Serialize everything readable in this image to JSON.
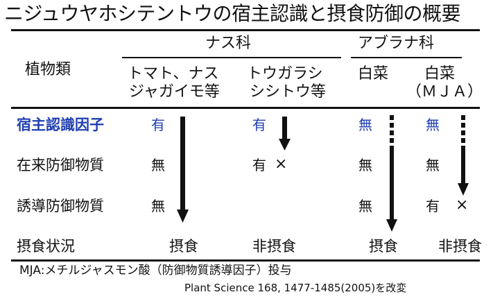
{
  "title": "ニジュウヤホシテントウの宿主認識と摂食防御の概要",
  "header": {
    "family_solanaceae": "ナス科",
    "family_brassicaceae": "アブラナ科",
    "plant_type_label": "植物類",
    "col1_line1": "トマト、ナス",
    "col1_line2": "ジャガイモ等",
    "col2_line1": "トウガラシ",
    "col2_line2": "シシトウ等",
    "col3_line1": "白菜",
    "col4_line1": "白菜",
    "col4_line2": "（ＭＪＡ）"
  },
  "rows": {
    "host_recognition": {
      "label": "宿主認識因子",
      "col1": "有",
      "col2": "有",
      "col3": "無",
      "col4": "無"
    },
    "constitutive_defense": {
      "label": "在来防御物質",
      "col1": "無",
      "col2": "有",
      "col2_mark": "×",
      "col3": "無",
      "col4": "無"
    },
    "induced_defense": {
      "label": "誘導防御物質",
      "col1": "無",
      "col3": "無",
      "col4": "有",
      "col4_mark": "×"
    },
    "feeding_status": {
      "label": "摂食状況",
      "col1": "摂食",
      "col2": "非摂食",
      "col3": "摂食",
      "col4": "非摂食"
    }
  },
  "footnote": {
    "mja": "MJA:メチルジャスモン酸（防御物質誘導因子）投与",
    "source": "Plant Science 168, 1477-1485(2005)を改変"
  },
  "colors": {
    "accent_blue": "#1f3fb0",
    "line": "#111111"
  }
}
